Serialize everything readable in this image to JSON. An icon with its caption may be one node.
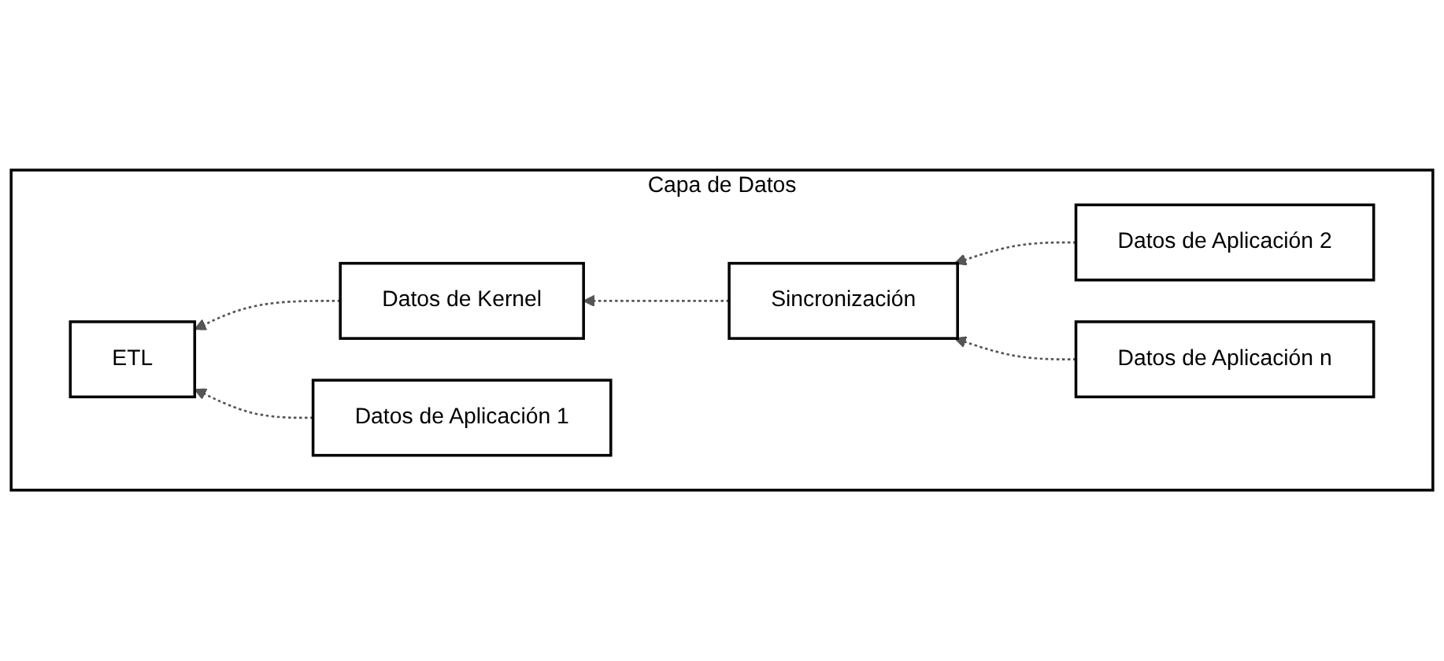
{
  "diagram": {
    "nodes": [
      {
        "text": [
          "Capa de Datos"
        ]
      },
      {
        "text": [
          "Datos de Kernel"
        ],
        "in": 0
      },
      {
        "text": [
          "ETL"
        ],
        "in": 0
      },
      {
        "text": [
          "Sincronización"
        ],
        "in": 0
      },
      {
        "text": [
          "Datos de Aplicación 1"
        ],
        "in": 0
      },
      {
        "text": [
          "Datos de Aplicación 2"
        ],
        "in": 0
      },
      {
        "text": [
          "Datos de Aplicación n"
        ],
        "in": 0
      }
    ],
    "edges": [
      {
        "from": 1,
        "to": 2,
        "arrow": "to",
        "style": "dashed"
      },
      {
        "from": 3,
        "to": 1,
        "arrow": "to",
        "style": "dashed"
      },
      {
        "from": 4,
        "to": 2,
        "arrow": "to",
        "style": "dashed"
      },
      {
        "from": 5,
        "to": 3,
        "arrow": "to",
        "style": "dashed"
      },
      {
        "from": 6,
        "to": 3,
        "arrow": "to",
        "style": "dashed"
      }
    ]
  }
}
